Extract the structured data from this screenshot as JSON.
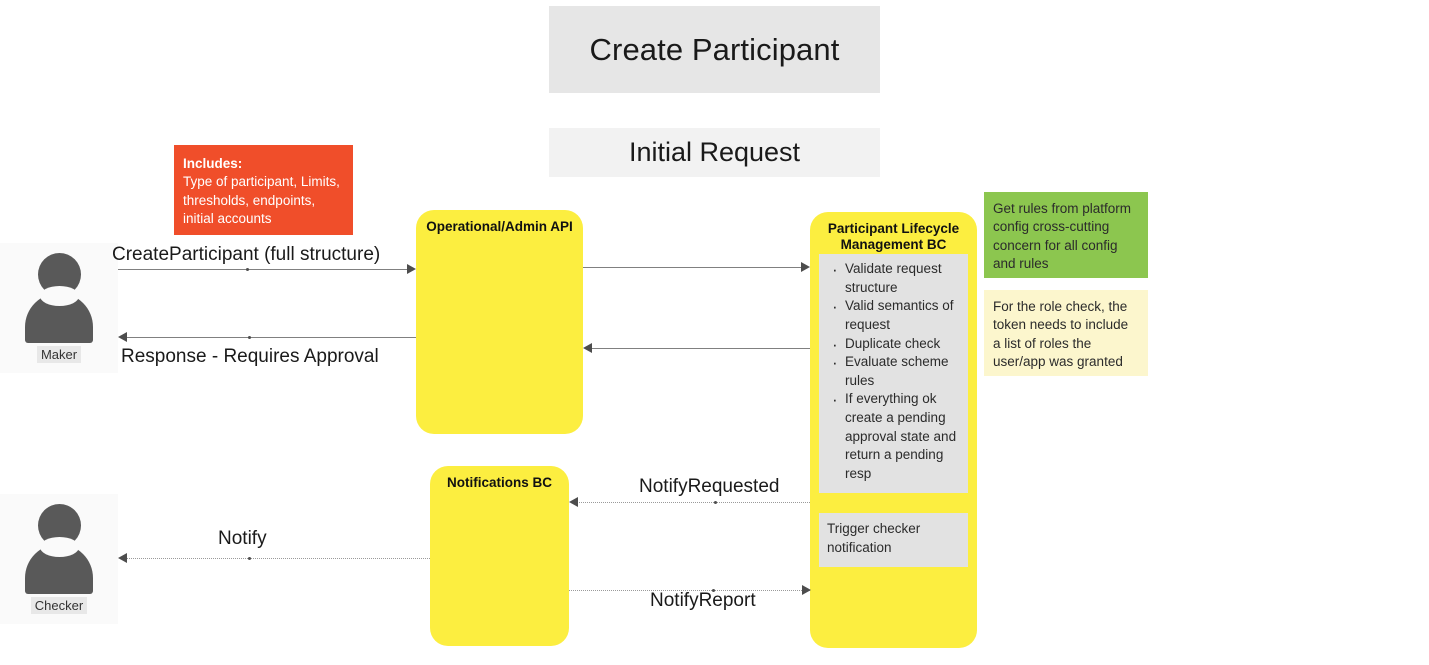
{
  "header": {
    "title": "Create Participant",
    "subtitle": "Initial Request"
  },
  "actors": [
    {
      "name": "Maker",
      "label": "Maker",
      "icon": "person-icon"
    },
    {
      "name": "Checker",
      "label": "Checker",
      "icon": "person-icon"
    }
  ],
  "services": {
    "api": {
      "title": "Operational/Admin API"
    },
    "notifications": {
      "title": "Notifications BC"
    },
    "plm": {
      "title": "Participant Lifecycle Management BC",
      "title_line1": "Participant Lifecycle",
      "title_line2": "Management BC",
      "bullets": [
        "Validate request structure",
        "Valid semantics of request",
        "Duplicate check",
        "Evaluate scheme rules",
        "If everything ok create a pending approval state and return a pending resp"
      ],
      "trigger_note": "Trigger checker notification"
    }
  },
  "notes": {
    "red": {
      "heading": "Includes:",
      "body": "Type of participant, Limits, thresholds, endpoints, initial accounts"
    },
    "green": {
      "body": "Get rules from platform config cross-cutting concern for all config and rules"
    },
    "yellow": {
      "body": "For the role check, the token needs to include a list of roles the user/app was granted"
    }
  },
  "edges": [
    {
      "label": "CreateParticipant (full structure)",
      "style": "solid",
      "direction": "right"
    },
    {
      "label": "Response - Requires Approval",
      "style": "solid",
      "direction": "left"
    },
    {
      "label": "NotifyRequested",
      "style": "dotted",
      "direction": "left"
    },
    {
      "label": "Notify",
      "style": "dotted",
      "direction": "left"
    },
    {
      "label": "NotifyReport",
      "style": "dotted",
      "direction": "right"
    }
  ],
  "colors": {
    "service_yellow": "#FCEE40",
    "note_red": "#F04E2A",
    "note_green": "#8CC64F",
    "note_yellow": "#FCF6CD",
    "note_grey": "#E2E2E2",
    "banner_grey": "#E6E6E6",
    "actor_grey": "#595959",
    "line_grey": "#808080"
  }
}
